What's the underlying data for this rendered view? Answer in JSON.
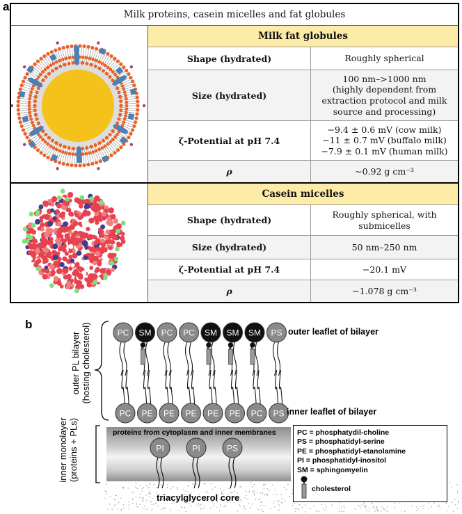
{
  "panel_a_label": "a",
  "panel_b_label": "b",
  "table": {
    "title": "Milk proteins, casein micelles and fat globules",
    "fat": {
      "header": "Milk fat globules",
      "rows": [
        {
          "key": "Shape (hydrated)",
          "value": "Roughly spherical"
        },
        {
          "key": "Size (hydrated)",
          "value": "100 nm–>1000 nm\n(highly dependent from\nextraction protocol and milk\nsource and processing)"
        },
        {
          "key": "ζ-Potential at pH 7.4",
          "value": "−9.4 ± 0.6 mV (cow milk)\n−11 ± 0.7 mV (buffalo milk)\n−7.9 ± 0.1 mV (human milk)"
        },
        {
          "key": "ρ",
          "value": "∼0.92 g cm⁻³"
        }
      ]
    },
    "casein": {
      "header": "Casein micelles",
      "rows": [
        {
          "key": "Shape (hydrated)",
          "value": "Roughly spherical, with\nsubmicelles"
        },
        {
          "key": "Size (hydrated)",
          "value": "50 nm–250 nm"
        },
        {
          "key": "ζ-Potential at pH 7.4",
          "value": "−20.1 mV"
        },
        {
          "key": "ρ",
          "value": "∼1.078 g cm⁻³"
        }
      ]
    }
  },
  "membrane": {
    "outer_leaflet_label": "outer leaflet of bilayer",
    "inner_leaflet_label": "inner leaflet of bilayer",
    "outer_bilayer_label": "outer PL bilayer\n(hosting cholesterol)",
    "inner_monolayer_label": "inner monolayer\n(proteins + PLs)",
    "protein_band_label": "proteins from cytoplasm and inner membranes",
    "core_label": "triacylglycerol core",
    "outer_heads": [
      "PC",
      "SM",
      "PC",
      "PC",
      "SM",
      "SM",
      "SM",
      "PS"
    ],
    "inner_heads": [
      "PC",
      "PE",
      "PE",
      "PE",
      "PE",
      "PE",
      "PC",
      "PS"
    ],
    "monolayer_heads": [
      "PI",
      "PI",
      "PS"
    ],
    "legend": [
      "PC = phosphatydil-choline",
      "PS = phosphatidyl-serine",
      "PE = phosphatidyl-etanolamine",
      "PI = phosphatidyl-inositol",
      "SM = sphingomyelin"
    ],
    "legend_cholesterol": "cholesterol",
    "colors": {
      "head_gray": "#8a8a8a",
      "head_black": "#111111",
      "band_gray": "#9a9a9a",
      "fat_yellow": "#f5c21b",
      "phospholipid_orange": "#e8632a",
      "protein_blue": "#4f7fb3"
    }
  }
}
